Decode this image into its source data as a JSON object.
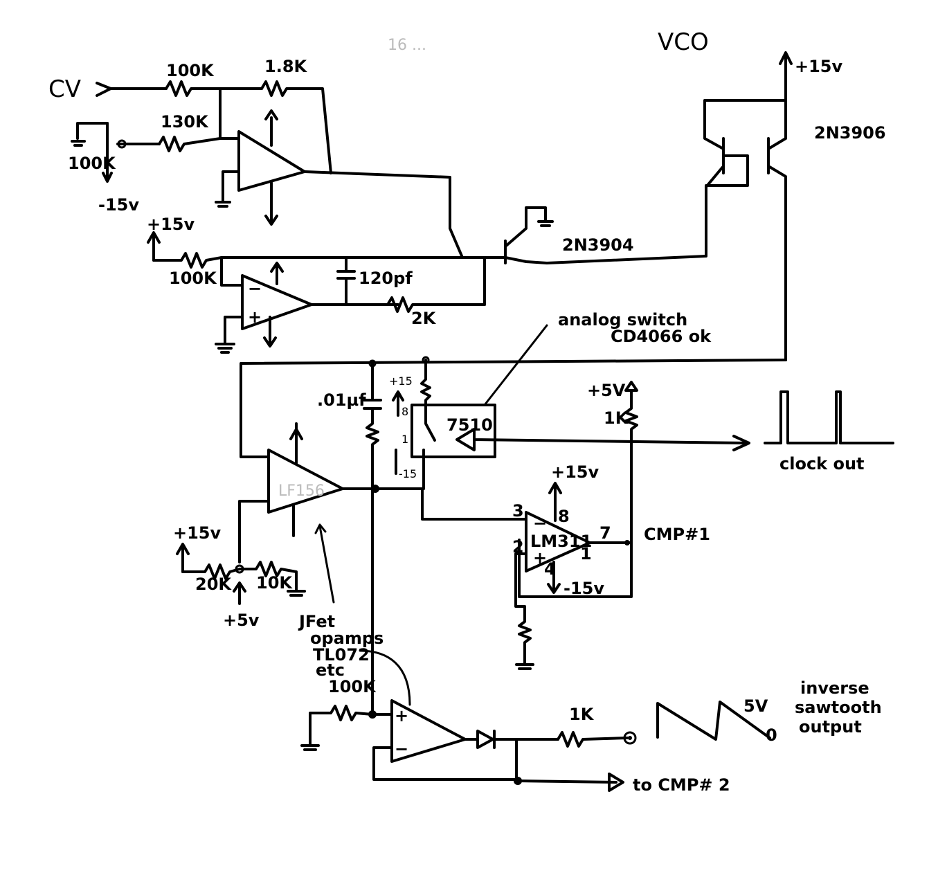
{
  "title": "VCO",
  "header_scribble": "16 ...",
  "labels": {
    "cv": "CV",
    "r_input": "100K",
    "r_feedback": "1.8K",
    "r_offset": "130K",
    "pot_offset": "100K",
    "minus15_top": "-15v",
    "plus15_top_right": "+15v",
    "pnp_pair": "2N3906",
    "plus15_mid": "+15v",
    "r_mid": "100K",
    "cap_120": "120pf",
    "r_2k": "2K",
    "npn": "2N3904",
    "analog_switch": "analog switch",
    "switch_part": "CD4066 ok",
    "cap_001": ".01µf",
    "plus15_small": "+15",
    "minus15_small": "-15",
    "pin8_sw": "8",
    "pin1_sw": "1",
    "switch_ic": "7510",
    "plus5v": "+5V",
    "r_pullup": "1K",
    "clock_out": "clock out",
    "integrator_op": "LF156",
    "comp_plus15": "+15v",
    "comp_pin3": "3",
    "comp_pin8": "8",
    "comp_pin2": "2",
    "comp_pin7": "7",
    "comp_pin4": "4",
    "comp_pin1": "1",
    "comparator": "LM311",
    "comp_minus15": "-15v",
    "cmp1": "CMP#1",
    "plus15_left": "+15v",
    "r_20k": "20K",
    "r_10k": "10K",
    "plus5_bottom": "+5v",
    "jfet_note_1": "JFet",
    "jfet_note_2": "opamps",
    "jfet_note_3": "TL072",
    "jfet_note_4": "etc",
    "r_buffer": "100K",
    "r_out": "1K",
    "saw_amp": "5V",
    "saw_zero": "0",
    "saw_label_1": "inverse",
    "saw_label_2": "sawtooth",
    "saw_label_3": "output",
    "to_cmp2": "to CMP# 2",
    "op_plus": "+",
    "op_minus": "−"
  }
}
